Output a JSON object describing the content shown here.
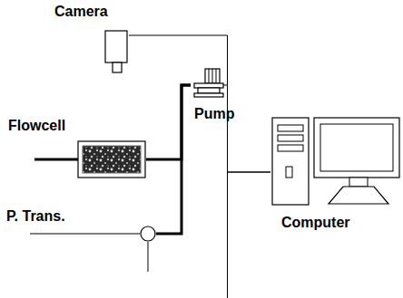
{
  "diagram": {
    "nodes": [
      {
        "text": [
          "Camera"
        ]
      },
      {
        "text": [
          "Flowcell"
        ]
      },
      {
        "text": [
          "Pump"
        ]
      },
      {
        "text": [
          "Computer"
        ]
      },
      {
        "text": [
          "P. Trans."
        ]
      }
    ],
    "edges": [
      {
        "from": 0,
        "to": 3,
        "arrow": "none"
      },
      {
        "from": 2,
        "to": 3,
        "arrow": "none"
      },
      {
        "from": 1,
        "to": 2,
        "arrow": "none"
      },
      {
        "from": 4,
        "to": 2,
        "arrow": "none"
      }
    ]
  }
}
